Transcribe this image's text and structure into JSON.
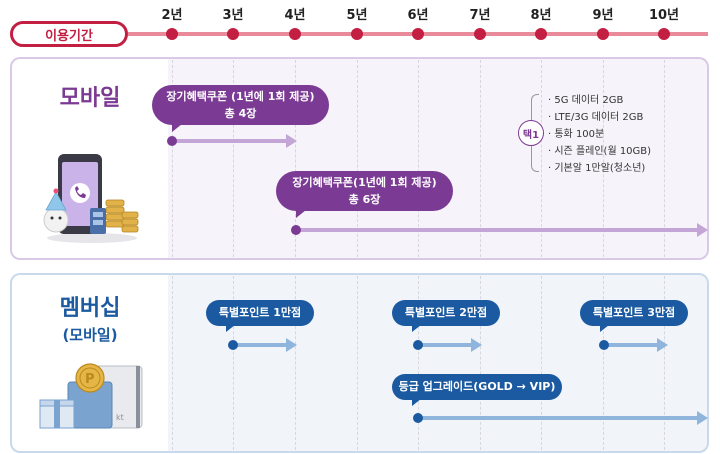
{
  "timeline": {
    "label": "이용기간",
    "years": [
      "2년",
      "3년",
      "4년",
      "5년",
      "6년",
      "7년",
      "8년",
      "9년",
      "10년"
    ]
  },
  "mobile": {
    "title": "모바일",
    "coupon1": {
      "line1": "장기혜택쿠폰 (1년에 1회 제공)",
      "line2": "총 4장"
    },
    "coupon2": {
      "line1": "장기혜택쿠폰(1년에 1회 제공)",
      "line2": "총 6장"
    },
    "choice_badge": "택1",
    "choices": [
      "5G 데이터 2GB",
      "LTE/3G 데이터 2GB",
      "통화 100분",
      "시즌 플레인(월 10GB)",
      "기본알 1만알(청소년)"
    ]
  },
  "membership": {
    "title_line1": "멤버십",
    "title_line2": "(모바일)",
    "point1": "특별포인트 1만점",
    "point2": "특별포인트 2만점",
    "point3": "특별포인트 3만점",
    "upgrade": "등급 업그레이드(GOLD → VIP)"
  },
  "colors": {
    "accent_red": "#c21f42",
    "mobile_purple": "#7b3a93",
    "member_blue": "#1b5aa0"
  }
}
